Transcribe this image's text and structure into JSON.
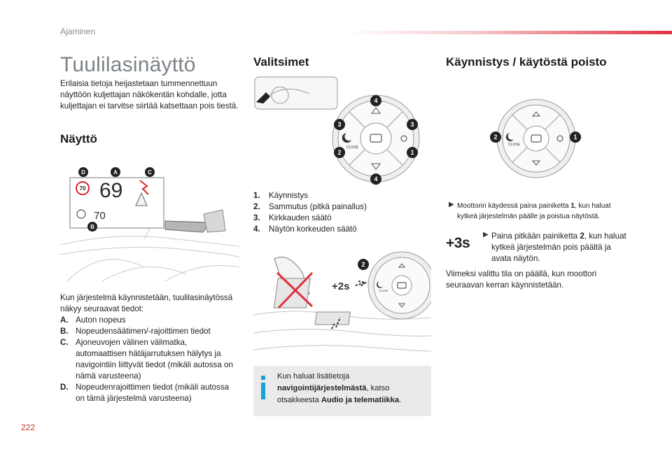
{
  "header": {
    "section": "Ajaminen",
    "page_number": "222"
  },
  "intro": {
    "title": "Tuulilasinäyttö",
    "text": "Erilaisia tietoja heijastetaan tummennettuun näyttöön kuljettajan näkökentän kohdalle, jotta kuljettajan ei tarvitse siirtää katsettaan pois tiestä."
  },
  "display": {
    "title": "Näyttö",
    "figure": {
      "speed": "69",
      "speed_limit": "70",
      "cruise": "70",
      "labels": [
        "D",
        "A",
        "C",
        "B"
      ]
    },
    "lead": "Kun järjestelmä käynnistetään, tuulilasinäytössä näkyy seuraavat tiedot:",
    "items": [
      {
        "key": "A.",
        "text": "Auton nopeus"
      },
      {
        "key": "B.",
        "text": "Nopeudensäätimen/-rajoittimen tiedot"
      },
      {
        "key": "C.",
        "text": "Ajoneuvojen välinen välimatka, automaattisen hätäjarrutuksen hälytys ja navigointiin liittyvät tiedot (mikäli autossa on nämä varusteena)"
      },
      {
        "key": "D.",
        "text": "Nopeudenrajoittimen tiedot (mikäli autossa on tämä järjestelmä varusteena)"
      }
    ]
  },
  "selectors": {
    "title": "Valitsimet",
    "figure": {
      "labels": [
        "4",
        "3",
        "3",
        "2",
        "1",
        "4"
      ],
      "close_label": "CLOSE"
    },
    "items": [
      {
        "key": "1.",
        "text": "Käynnistys"
      },
      {
        "key": "2.",
        "text": "Sammutus (pitkä painallus)"
      },
      {
        "key": "3.",
        "text": "Kirkkauden säätö"
      },
      {
        "key": "4.",
        "text": "Näytön korkeuden säätö"
      }
    ],
    "figure2": {
      "label": "2",
      "hold": "+2s",
      "close_label": "CLOSE"
    },
    "info": {
      "pre": "Kun haluat lisätietoja ",
      "bold1": "navigointijärjestelmästä",
      "mid": ", katso otsakkeesta ",
      "bold2": "Audio ja telematiikka",
      "post": "."
    }
  },
  "startstop": {
    "title": "Käynnistys / käytöstä poisto",
    "figure": {
      "labels": [
        "2",
        "1"
      ],
      "close_label": "CLOSE"
    },
    "note1_pre": "Moottorin käydessä paina painiketta ",
    "note1_bold": "1",
    "note1_post": ", kun haluat kytkeä järjestelmän päälle ja poistua näytöstä.",
    "hold_label": "+3s",
    "note2_pre": "Paina pitkään painiketta ",
    "note2_bold": "2",
    "note2_post": ", kun haluat kytkeä järjestelmän pois päältä ja avata näytön.",
    "note3": "Viimeksi valittu tila on päällä, kun moottori seuraavan kerran käynnistetään."
  },
  "colors": {
    "accent_red": "#e0313f",
    "info_blue": "#1aa0d8",
    "grey_title": "#7d8388"
  }
}
